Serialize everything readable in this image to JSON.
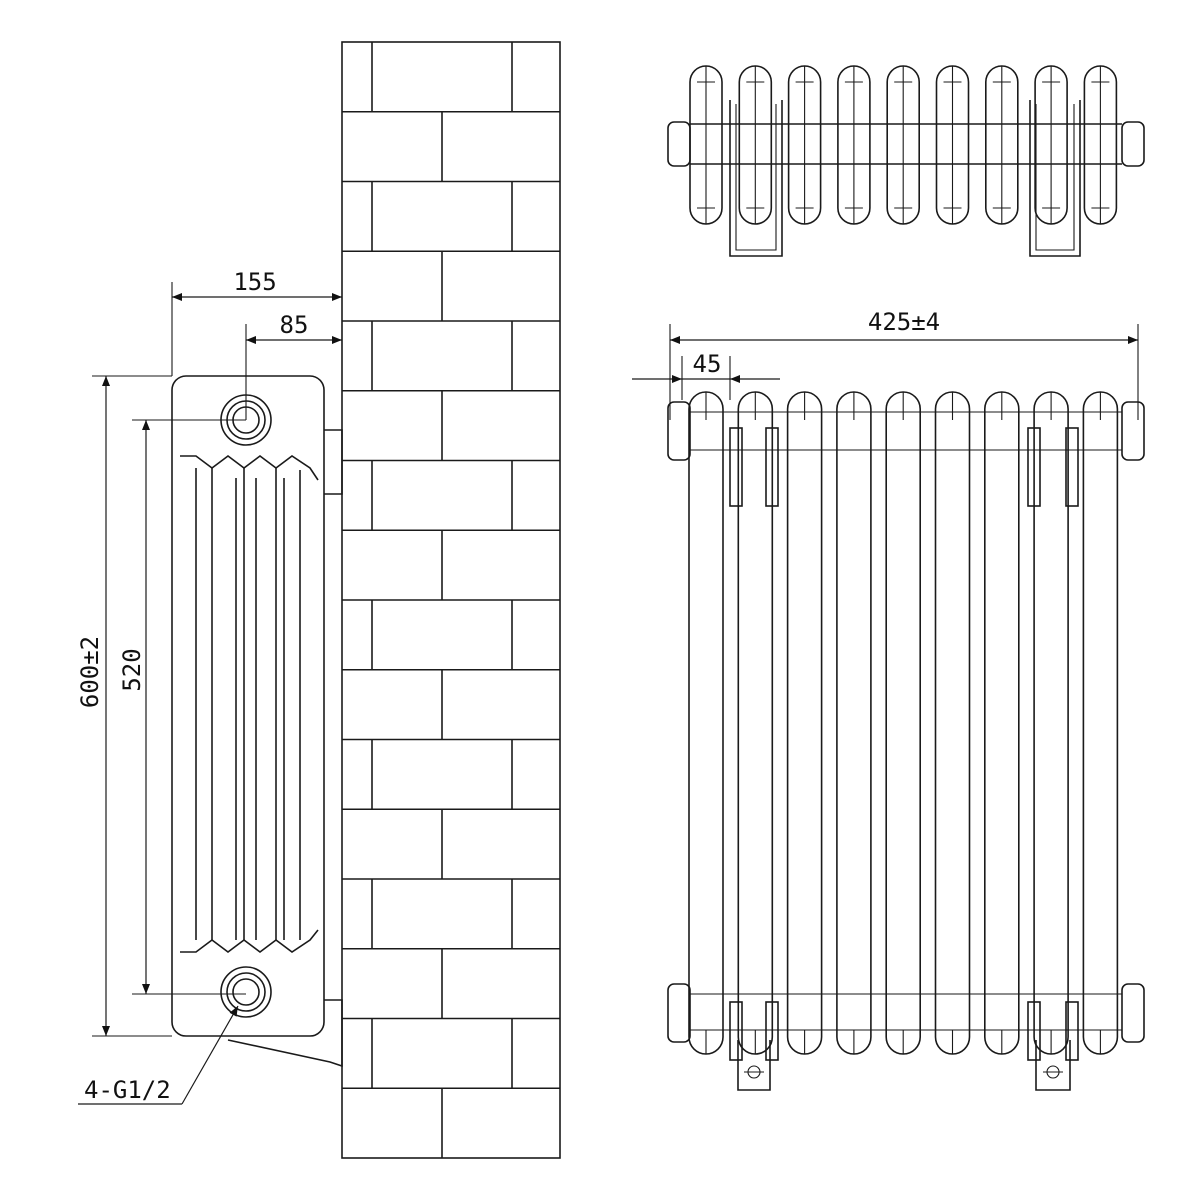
{
  "title": "",
  "side_view": {
    "dim_depth_total": "155",
    "dim_pipe_offset": "85",
    "dim_height": "600±2",
    "dim_pipe_centers": "520",
    "connection_label": "4-G1/2",
    "column_count": 4
  },
  "front_view": {
    "dim_width": "425±4",
    "dim_pitch": "45",
    "section_count": 9
  },
  "top_view": {
    "section_count": 9
  }
}
